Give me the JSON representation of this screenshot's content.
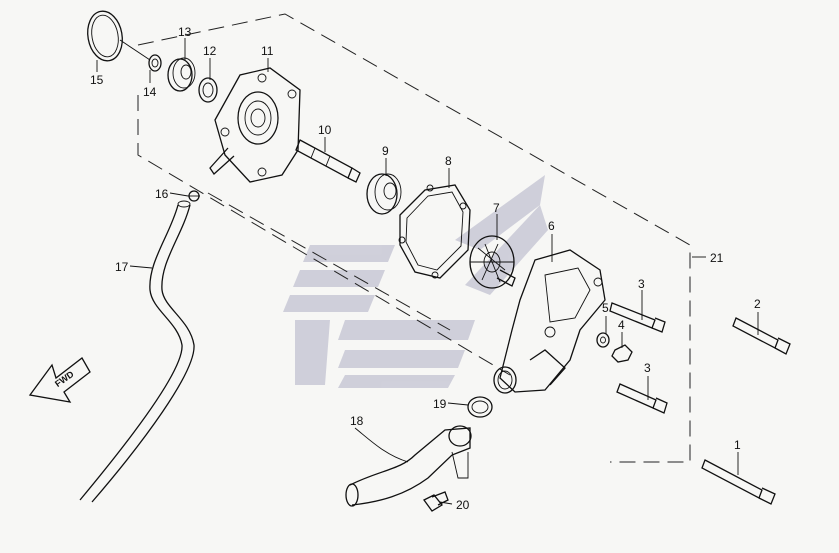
{
  "callouts": [
    {
      "id": "1",
      "text": "1"
    },
    {
      "id": "2",
      "text": "2"
    },
    {
      "id": "3a",
      "text": "3"
    },
    {
      "id": "3b",
      "text": "3"
    },
    {
      "id": "4",
      "text": "4"
    },
    {
      "id": "5",
      "text": "5"
    },
    {
      "id": "6",
      "text": "6"
    },
    {
      "id": "7",
      "text": "7"
    },
    {
      "id": "8",
      "text": "8"
    },
    {
      "id": "9",
      "text": "9"
    },
    {
      "id": "10",
      "text": "10"
    },
    {
      "id": "11",
      "text": "11"
    },
    {
      "id": "12",
      "text": "12"
    },
    {
      "id": "13",
      "text": "13"
    },
    {
      "id": "14",
      "text": "14"
    },
    {
      "id": "15",
      "text": "15"
    },
    {
      "id": "16",
      "text": "16"
    },
    {
      "id": "17",
      "text": "17"
    },
    {
      "id": "18",
      "text": "18"
    },
    {
      "id": "19",
      "text": "19"
    },
    {
      "id": "20",
      "text": "20"
    },
    {
      "id": "21",
      "text": "21"
    }
  ],
  "fwd_label": "FWD",
  "colors": {
    "ink": "#111111",
    "watermark": "#c9c9d6",
    "background": "#f7f7f5"
  }
}
